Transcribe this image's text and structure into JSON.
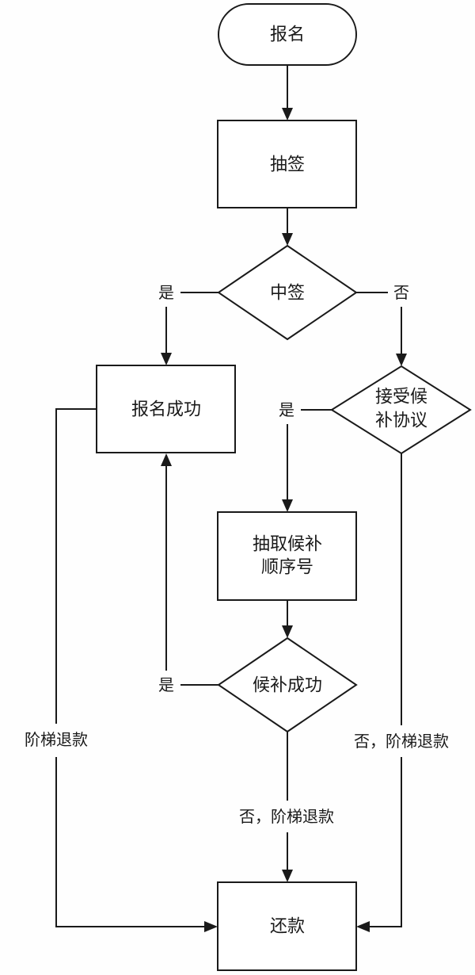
{
  "diagram": {
    "type": "flowchart",
    "nodes": {
      "start": {
        "label": "报名",
        "shape": "terminal"
      },
      "draw": {
        "label": "抽签",
        "shape": "process"
      },
      "won": {
        "label": "中签",
        "shape": "decision"
      },
      "success": {
        "label": "报名成功",
        "shape": "process"
      },
      "accept": {
        "label_lines": [
          "接受候",
          "补协议"
        ],
        "shape": "decision"
      },
      "waitlist_no": {
        "label_lines": [
          "抽取候补",
          "顺序号"
        ],
        "shape": "process"
      },
      "waitlist_ok": {
        "label": "候补成功",
        "shape": "decision"
      },
      "refund": {
        "label": "还款",
        "shape": "process"
      }
    },
    "edges": {
      "won_yes": "是",
      "won_no": "否",
      "accept_yes": "是",
      "waitlist_yes": "是",
      "success_refund": "阶梯退款",
      "accept_no": "否，阶梯退款",
      "waitlist_no": "否，阶梯退款"
    }
  }
}
